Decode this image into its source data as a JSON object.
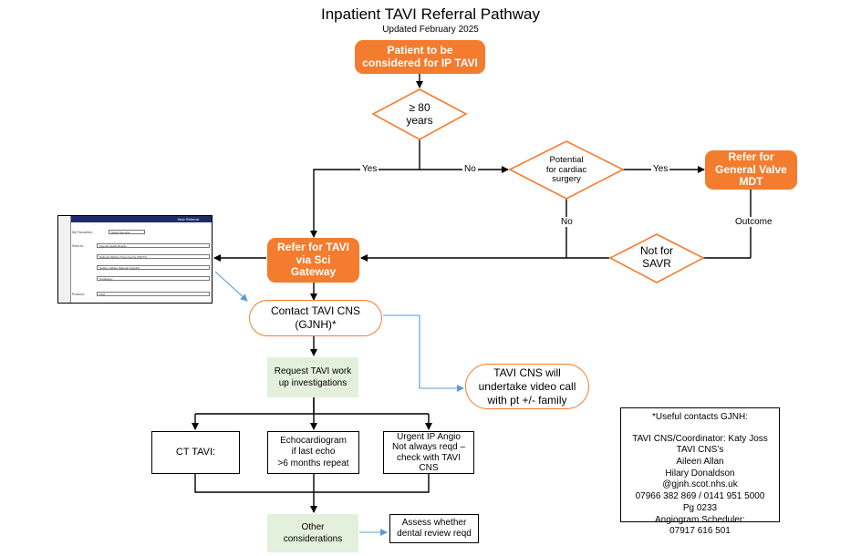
{
  "title": "Inpatient TAVI Referral Pathway",
  "subtitle": "Updated February 2025",
  "nodes": {
    "start": "Patient to be considered for IP TAVI",
    "age_decision": [
      "≥ 80",
      "years"
    ],
    "surgery_decision": [
      "Potential",
      "for cardiac",
      "surgery"
    ],
    "refer_valve_mdt": "Refer for General Valve MDT",
    "not_for_savr": [
      "Not for",
      "SAVR"
    ],
    "refer_tavi_gateway": "Refer for TAVI via Sci Gateway",
    "contact_cns": [
      "Contact TAVI CNS",
      "(GJNH)*"
    ],
    "cns_video_call": [
      "TAVI CNS will",
      "undertake video call",
      "with pt +/- family"
    ],
    "request_workup": [
      "Request TAVI work",
      "up investigations"
    ],
    "ct_tavi": "CT TAVI:",
    "echocardiogram": [
      "Echocardiogram",
      "if last echo",
      ">6 months repeat"
    ],
    "urgent_angio": [
      "Urgent IP Angio",
      "Not always reqd –",
      "check with TAVI",
      "CNS"
    ],
    "other_considerations": [
      "Other",
      "considerations"
    ],
    "dental_review": [
      "Assess whether",
      "dental review reqd"
    ]
  },
  "edge_labels": {
    "yes_left": "Yes",
    "no_right": "No",
    "yes_surgery": "Yes",
    "no_surgery": "No",
    "outcome": "Outcome"
  },
  "contacts": {
    "lines": [
      "*Useful contacts GJNH:",
      "",
      "TAVI CNS/Coordinator: Katy Joss",
      "TAVI CNS’s",
      "Aileen Allan",
      "Hilary Donaldson",
      "@gjnh.scot.nhs.uk",
      "07966 382 869 / 0141 951 5000",
      "Pg 0233",
      "Angiogram Scheduler:",
      "07917 616 501"
    ]
  },
  "referral_form": {
    "header": "New Referral",
    "fields": [
      {
        "label": "My Favourites:",
        "value": "Select favourite"
      },
      {
        "label": "Send to:",
        "value": "Special Health Boards"
      },
      {
        "label": "",
        "value": "National Waiting Times Centre (NWTC)"
      },
      {
        "label": "",
        "value": "Golden Jubilee National Hospital"
      },
      {
        "label": "",
        "value": "Cardiology"
      },
      {
        "label": "Protocol:",
        "value": "TAVI"
      }
    ]
  },
  "colors": {
    "orange": "#f47c2f",
    "green_fill": "#e3f0db",
    "blue_arrow": "#5b9bd5",
    "form_header": "#1e2b66"
  }
}
